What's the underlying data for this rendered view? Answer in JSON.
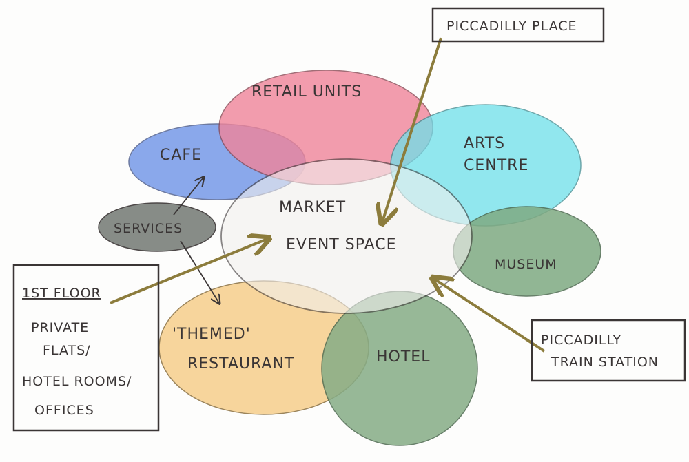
{
  "colors": {
    "retail": "#f0849a",
    "cafe": "#6e94e8",
    "arts": "#6ee0ea",
    "services": "#7b807b",
    "museum": "#7faa82",
    "hotel": "#86ad86",
    "restaurant": "#f6cf8c",
    "arrow": "#8c7c3c",
    "ink": "#3a3535"
  },
  "zones": {
    "retail": "RETAIL UNITS",
    "cafe": "CAFE",
    "arts_1": "ARTS",
    "arts_2": "CENTRE",
    "services": "SERVICES",
    "market_1": "MARKET",
    "market_2": "EVENT SPACE",
    "museum": "MUSEUM",
    "restaurant_1": "'THEMED'",
    "restaurant_2": "RESTAURANT",
    "hotel": "HOTEL"
  },
  "callouts": {
    "piccadilly_place": "PICCADILLY PLACE",
    "station_1": "PICCADILLY",
    "station_2": "TRAIN STATION"
  },
  "first_floor": {
    "title": "1ST FLOOR",
    "items": [
      "PRIVATE",
      "FLATS/",
      "HOTEL ROOMS/",
      "OFFICES"
    ]
  }
}
